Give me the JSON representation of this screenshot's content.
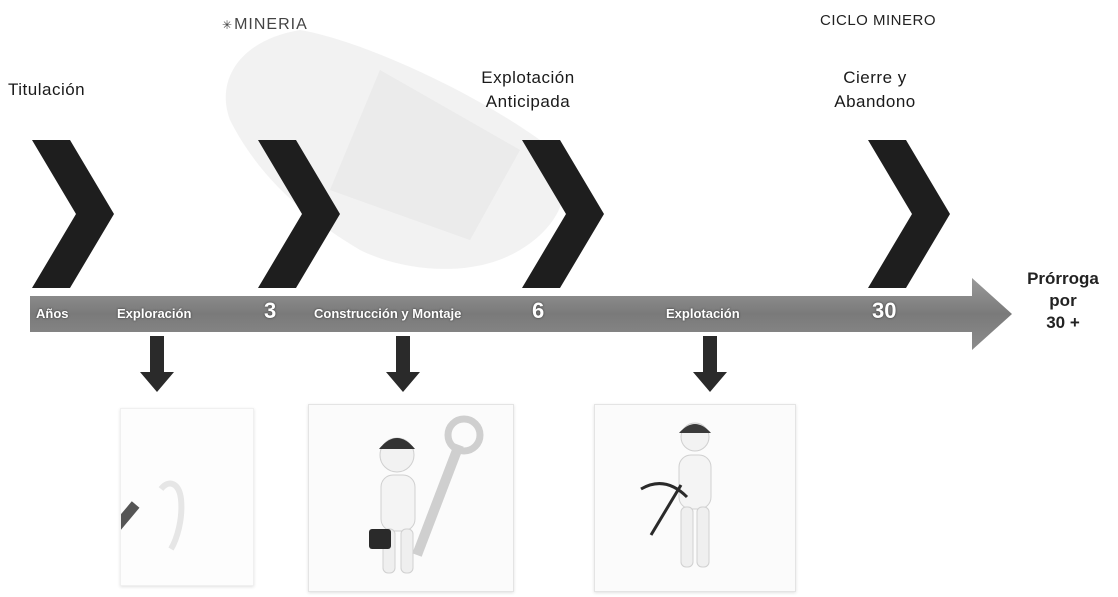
{
  "logo": {
    "text": "MINERIA",
    "icon": "spark-icon"
  },
  "cycle_title": "CICLO MINERO",
  "stages": {
    "titulacion": "Titulación",
    "explotacion_anticipada": [
      "Explotación",
      "Anticipada"
    ],
    "cierre": [
      "Cierre y",
      "Abandono"
    ]
  },
  "timeline": {
    "anos": "Años",
    "exploracion": "Exploración",
    "year_3": "3",
    "construccion": "Construcción y Montaje",
    "year_6": "6",
    "explotacion": "Explotación",
    "year_30": "30"
  },
  "prorroga": [
    "Prórroga",
    "por",
    "30 +"
  ],
  "colors": {
    "bar": "#7f7f7f",
    "chevron": "#1e1e1e",
    "arrow": "#2a2a2a"
  }
}
